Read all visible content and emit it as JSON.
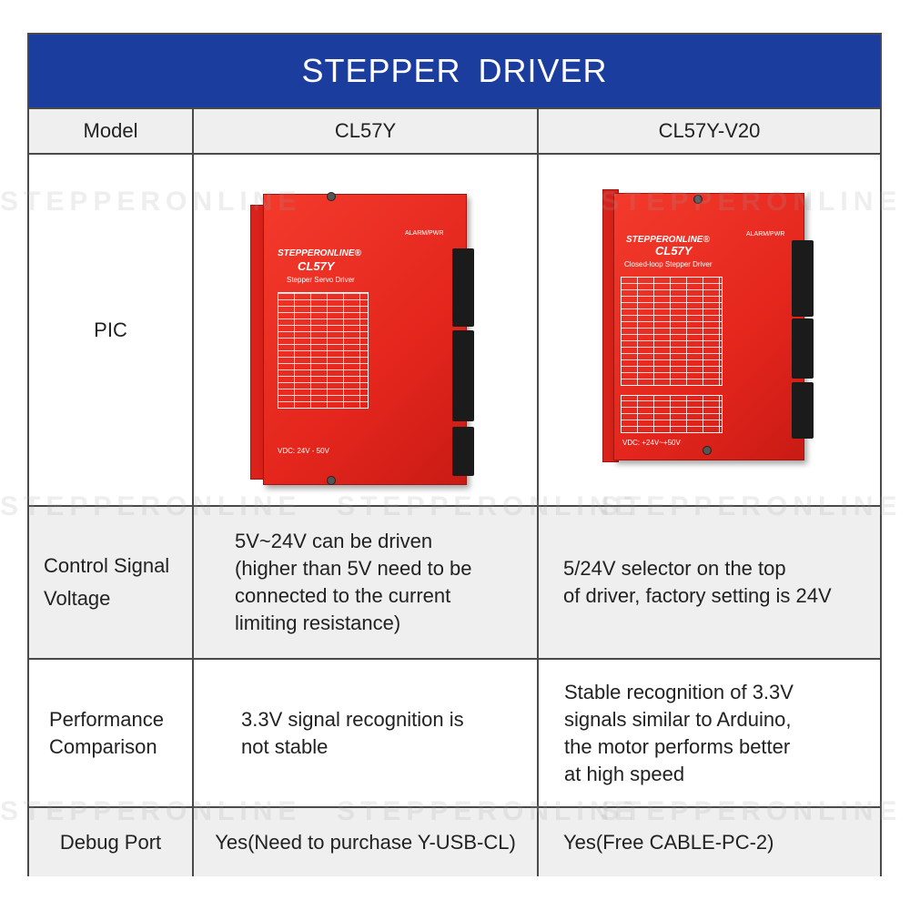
{
  "title": "STEPPER  DRIVER",
  "watermark": "STEPPERONLINE",
  "columns": {
    "model_label": "Model",
    "a": "CL57Y",
    "b": "CL57Y-V20"
  },
  "pic": {
    "label": "PIC",
    "a": {
      "brand": "STEPPERONLINE®",
      "model": "CL57Y",
      "subtitle": "Stepper Servo Driver",
      "voltage": "VDC: 24V - 50V"
    },
    "b": {
      "brand": "STEPPERONLINE®",
      "model": "CL57Y",
      "subtitle": "Closed-loop Stepper Driver",
      "voltage": "VDC: +24V~+50V"
    }
  },
  "control": {
    "label_line1": "Control Signal",
    "label_line2": "Voltage",
    "a": [
      "5V~24V can be driven",
      "(higher than 5V need to be",
      "connected to the current",
      "limiting resistance)"
    ],
    "b": [
      "5/24V selector on the top",
      "of driver, factory setting is 24V"
    ]
  },
  "performance": {
    "label_line1": "Performance",
    "label_line2": "Comparison",
    "a": [
      "3.3V signal recognition is",
      "not stable"
    ],
    "b": [
      "Stable recognition of 3.3V",
      "signals similar to Arduino,",
      "the motor performs better",
      "at high speed"
    ]
  },
  "debug": {
    "label": "Debug Port",
    "a": "Yes(Need to purchase Y-USB-CL)",
    "b": "Yes(Free CABLE-PC-2)"
  },
  "colors": {
    "header_blue": "#1a3d9e",
    "driver_red": "#e4261d",
    "row_gray": "#efefef",
    "border": "#4a4a4a"
  }
}
